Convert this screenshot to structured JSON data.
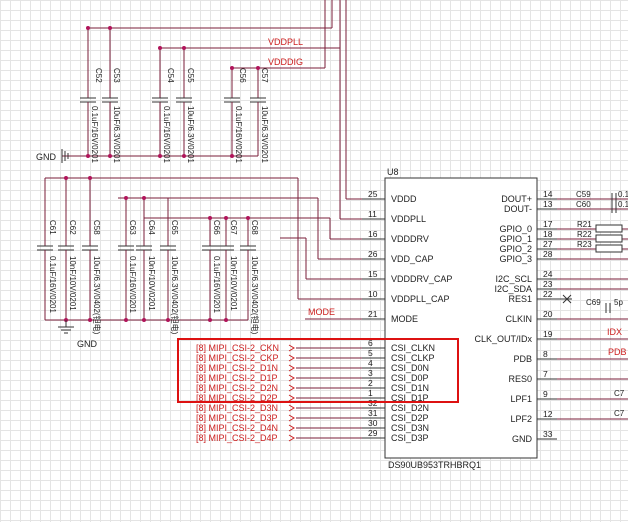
{
  "nets": {
    "vddpll": "VDDPLL",
    "vddig": "VDDDIG",
    "gnd": "GND",
    "mode": "MODE",
    "idx": "IDX",
    "pdb": "PDB"
  },
  "chip": {
    "ref": "U8",
    "part": "DS90UB953TRHBRQ1",
    "left_pins": [
      {
        "num": "25",
        "name": "VDDD"
      },
      {
        "num": "11",
        "name": "VDDPLL"
      },
      {
        "num": "16",
        "name": "VDDDRV"
      },
      {
        "num": "26",
        "name": "VDD_CAP"
      },
      {
        "num": "15",
        "name": "VDDDRV_CAP"
      },
      {
        "num": "10",
        "name": "VDDPLL_CAP"
      },
      {
        "num": "21",
        "name": "MODE"
      },
      {
        "num": "6",
        "name": "CSI_CLKN"
      },
      {
        "num": "5",
        "name": "CSI_CLKP"
      },
      {
        "num": "4",
        "name": "CSI_D0N"
      },
      {
        "num": "3",
        "name": "CSI_D0P"
      },
      {
        "num": "2",
        "name": "CSI_D1N"
      },
      {
        "num": "1",
        "name": "CSI_D1P"
      },
      {
        "num": "32",
        "name": "CSI_D2N"
      },
      {
        "num": "31",
        "name": "CSI_D2P"
      },
      {
        "num": "30",
        "name": "CSI_D3N"
      },
      {
        "num": "29",
        "name": "CSI_D3P"
      }
    ],
    "right_pins": [
      {
        "num": "14",
        "name": "DOUT+"
      },
      {
        "num": "13",
        "name": "DOUT-"
      },
      {
        "num": "17",
        "name": "GPIO_0"
      },
      {
        "num": "18",
        "name": "GPIO_1"
      },
      {
        "num": "27",
        "name": "GPIO_2"
      },
      {
        "num": "28",
        "name": "GPIO_3"
      },
      {
        "num": "24",
        "name": "I2C_SCL"
      },
      {
        "num": "23",
        "name": "I2C_SDA"
      },
      {
        "num": "22",
        "name": "RES1"
      },
      {
        "num": "20",
        "name": "CLKIN"
      },
      {
        "num": "19",
        "name": "CLK_OUT/IDx"
      },
      {
        "num": "8",
        "name": "PDB"
      },
      {
        "num": "7",
        "name": "RES0"
      },
      {
        "num": "9",
        "name": "LPF1"
      },
      {
        "num": "12",
        "name": "LPF2"
      },
      {
        "num": "33",
        "name": "GND"
      }
    ]
  },
  "csi_nets": [
    {
      "sheet": "[8]",
      "net": "MIPI_CSI-2_CKN"
    },
    {
      "sheet": "[8]",
      "net": "MIPI_CSI-2_CKP"
    },
    {
      "sheet": "[8]",
      "net": "MIPI_CSI-2_D1N"
    },
    {
      "sheet": "[8]",
      "net": "MIPI_CSI-2_D1P"
    },
    {
      "sheet": "[8]",
      "net": "MIPI_CSI-2_D2N"
    },
    {
      "sheet": "[8]",
      "net": "MIPI_CSI-2_D2P"
    },
    {
      "sheet": "[8]",
      "net": "MIPI_CSI-2_D3N"
    },
    {
      "sheet": "[8]",
      "net": "MIPI_CSI-2_D3P"
    },
    {
      "sheet": "[8]",
      "net": "MIPI_CSI-2_D4N"
    },
    {
      "sheet": "[8]",
      "net": "MIPI_CSI-2_D4P"
    }
  ],
  "caps_top": [
    {
      "ref": "C52",
      "value": "0.1uF/16V/0201"
    },
    {
      "ref": "C53",
      "value": "10uF/6.3V/0201"
    },
    {
      "ref": "C54",
      "value": "0.1uF/16V/0201"
    },
    {
      "ref": "C55",
      "value": "10uF/6.3V/0201"
    },
    {
      "ref": "C56",
      "value": "0.1uF/16V/0201"
    },
    {
      "ref": "C57",
      "value": "10uF/6.3V/0201"
    }
  ],
  "caps_bottom": [
    {
      "ref": "C61",
      "value": "0.1uF/16V/0201"
    },
    {
      "ref": "C62",
      "value": "10nF/10V/0201"
    },
    {
      "ref": "C58",
      "value": "10uF/6.3V/0402(钽电)"
    },
    {
      "ref": "C63",
      "value": "0.1uF/16V/0201"
    },
    {
      "ref": "C64",
      "value": "10nF/10V/0201"
    },
    {
      "ref": "C65",
      "value": "10uF/6.3V/0402(钽电)"
    },
    {
      "ref": "C66",
      "value": "0.1uF/16V/0201"
    },
    {
      "ref": "C67",
      "value": "10nF/10V/0201"
    },
    {
      "ref": "C68",
      "value": "10uF/6.3V/0402(钽电)"
    }
  ],
  "right_parts": {
    "c59": "C59",
    "c60": "C60",
    "c59_val": "0.1",
    "c60_val": "0.1",
    "r21": "R21",
    "r22": "R22",
    "r23": "R23",
    "c69": "C69",
    "c69_val": "5p",
    "c7a": "C7",
    "c7b": "C7"
  },
  "colors": {
    "wire": "#7a1e3a",
    "net_label": "#cc2020",
    "highlight_box": "#dd1111"
  }
}
